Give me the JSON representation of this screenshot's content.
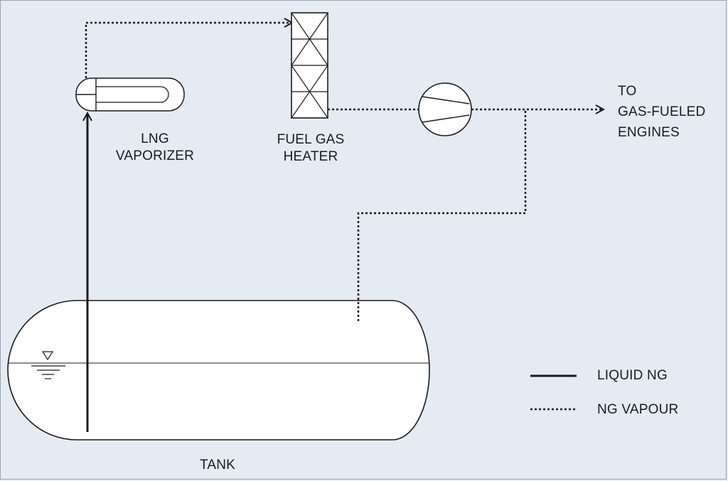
{
  "labels": {
    "vaporizer": [
      "LNG",
      "VAPORIZER"
    ],
    "heater": [
      "FUEL GAS",
      "HEATER"
    ],
    "destination": [
      "TO",
      "GAS-FUELED",
      "ENGINES"
    ],
    "tank": "TANK"
  },
  "legend": {
    "liquid": "LIQUID NG",
    "vapour": "NG VAPOUR"
  },
  "colors": {
    "background": "#e4ebf2",
    "line": "#1b1b1b",
    "vessel_fill": "#ffffff"
  }
}
